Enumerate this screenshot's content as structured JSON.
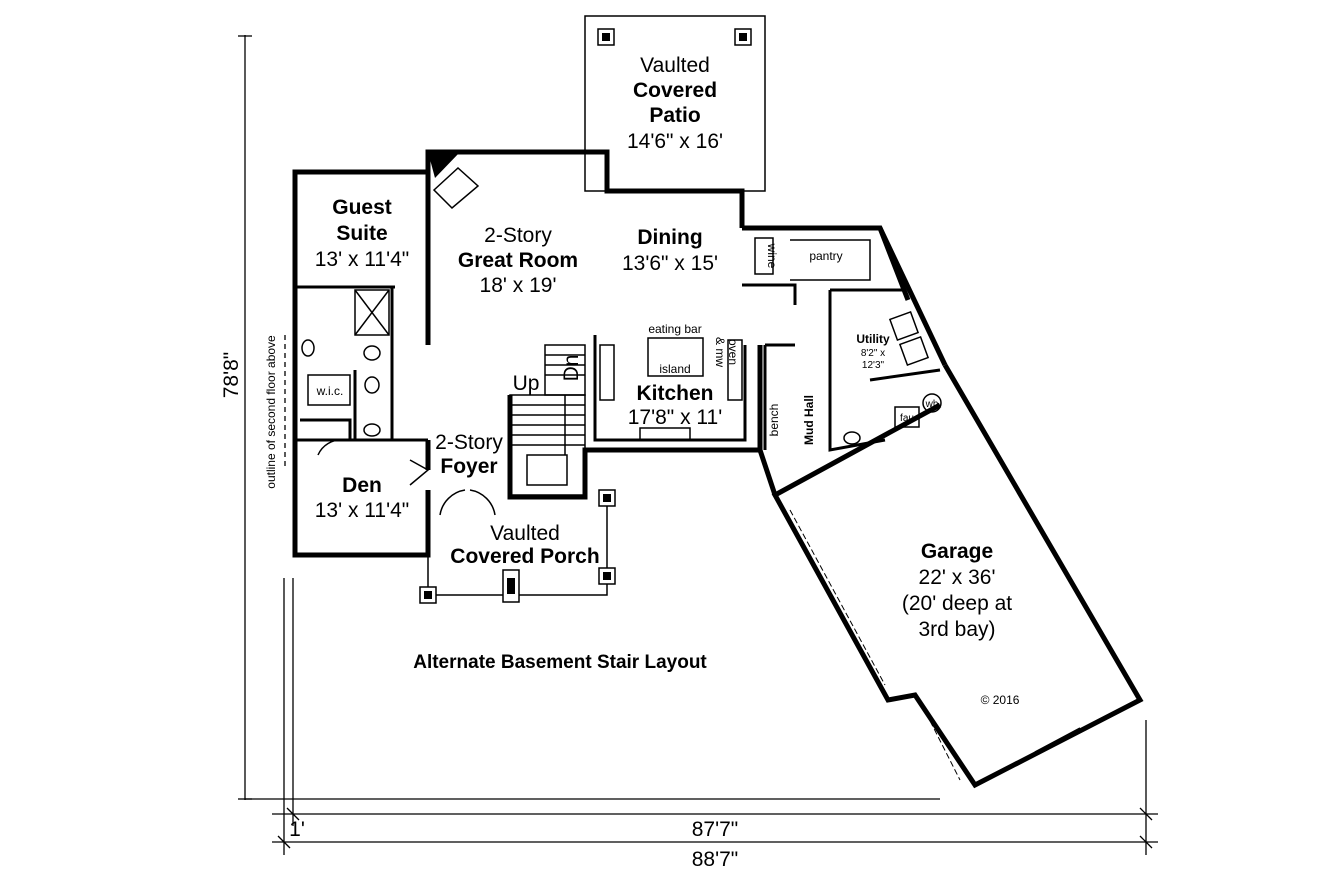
{
  "rooms": {
    "patio": {
      "line1": "Vaulted",
      "line2": "Covered",
      "line3": "Patio",
      "size": "14'6\" x 16'"
    },
    "guest_suite": {
      "line1": "Guest",
      "line2": "Suite",
      "size": "13' x 11'4\""
    },
    "great_room": {
      "line1": "2-Story",
      "line2": "Great Room",
      "size": "18' x 19'"
    },
    "dining": {
      "name": "Dining",
      "size": "13'6\" x 15'"
    },
    "kitchen": {
      "name": "Kitchen",
      "size": "17'8\" x 11'"
    },
    "foyer": {
      "line1": "2-Story",
      "line2": "Foyer"
    },
    "den": {
      "name": "Den",
      "size": "13' x 11'4\""
    },
    "porch": {
      "line1": "Vaulted",
      "line2": "Covered Porch"
    },
    "utility": {
      "name": "Utility",
      "size1": "8'2\" x",
      "size2": "12'3\""
    },
    "mud_hall": {
      "name": "Mud Hall"
    },
    "garage": {
      "name": "Garage",
      "size": "22' x 36'",
      "note1": "(20' deep at",
      "note2": "3rd bay)"
    }
  },
  "fixtures": {
    "wic": "w.i.c.",
    "pantry": "pantry",
    "wine": "wine",
    "eating_bar": "eating bar",
    "island": "island",
    "oven1": "oven",
    "oven2": "& mw",
    "bench": "bench",
    "fau": "fau",
    "wh": "wh",
    "up": "Up",
    "dn": "Dn"
  },
  "annotations": {
    "second_floor_outline": "outline of second floor above",
    "alternate_stair": "Alternate Basement Stair Layout",
    "copyright": "© 2016"
  },
  "dimensions": {
    "depth": "78'8\"",
    "width_inner": "87'7\"",
    "width_total": "88'7\"",
    "offset": "1'"
  }
}
